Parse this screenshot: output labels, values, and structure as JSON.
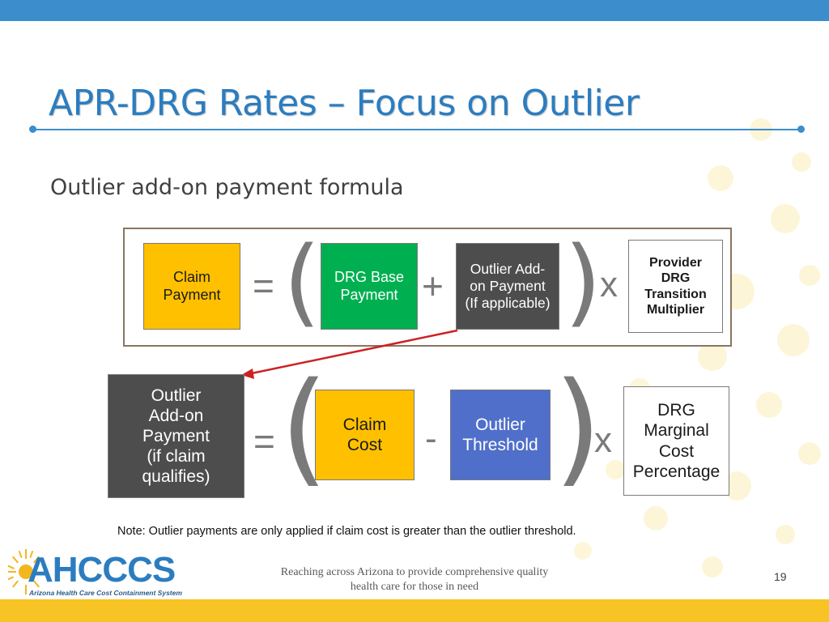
{
  "title": "APR-DRG Rates – Focus on Outlier",
  "subtitle": "Outlier add-on payment formula",
  "formula1": {
    "claim_payment": "Claim\nPayment",
    "equals": "=",
    "open_paren": "(",
    "drg_base_payment": "DRG Base\nPayment",
    "plus": "+",
    "outlier_addon": "Outlier Add-\non Payment\n(If applicable)",
    "close_paren": ")",
    "times": "x",
    "provider_multiplier": "Provider\nDRG\nTransition\nMultiplier"
  },
  "formula2": {
    "outlier_addon_payment": "Outlier\nAdd-on\nPayment\n(if claim\nqualifies)",
    "equals": "=",
    "open_paren": "(",
    "claim_cost": "Claim\nCost",
    "minus": "-",
    "outlier_threshold": "Outlier\nThreshold",
    "close_paren": ")",
    "times": "x",
    "drg_marginal_cost": "DRG\nMarginal\nCost\nPercentage"
  },
  "note": "Note: Outlier payments are only applied if claim cost is greater than the outlier threshold.",
  "logo": {
    "name": "AHCCCS",
    "tagline": "Arizona Health Care Cost Containment System"
  },
  "footer": "Reaching across Arizona to provide comprehensive quality health care for those in need",
  "page_number": "19",
  "colors": {
    "accent_blue": "#3c8dcb",
    "title_blue": "#2b7dc0",
    "gold": "#f7c325",
    "box_yellow": "#ffc000",
    "box_green": "#00b050",
    "box_gray": "#4d4d4d",
    "box_blue": "#4f6fca",
    "arrow_red": "#cc2222"
  }
}
